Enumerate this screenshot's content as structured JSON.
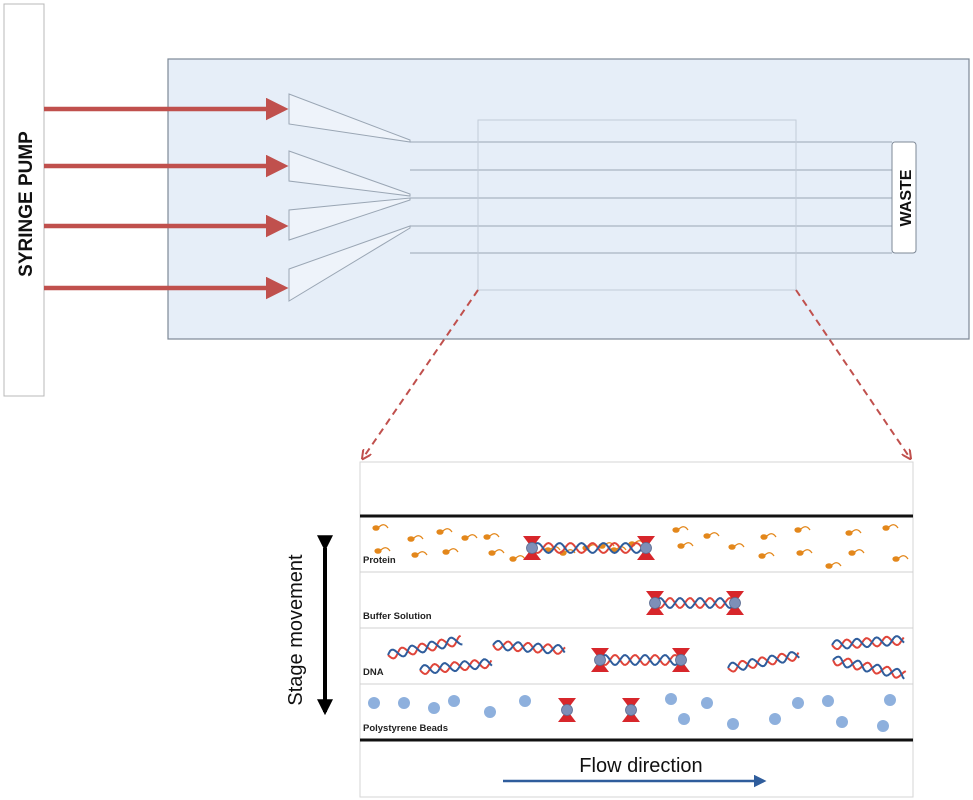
{
  "syringe_pump": {
    "label": "SYRINGE PUMP"
  },
  "chip": {
    "inlets": [
      "inlet-1",
      "inlet-2",
      "inlet-3",
      "inlet-4"
    ],
    "waste_label": "WASTE"
  },
  "zoom": {
    "channels": [
      {
        "label": "Protein",
        "content": "protein-molecules-and-trapped-dna"
      },
      {
        "label": "Buffer Solution",
        "content": "trapped-dna"
      },
      {
        "label": "DNA",
        "content": "free-dna-strands-and-trapped-dna"
      },
      {
        "label": "Polystyrene Beads",
        "content": "beads-and-optical-traps"
      }
    ],
    "stage_movement_label": "Stage movement",
    "flow_direction_label": "Flow direction"
  },
  "colors": {
    "chip_fill": "#e6eef8",
    "chip_stroke": "#6b7a8a",
    "pump_arrow": "#c0504d",
    "zoom_dash": "#c0504d",
    "protein": "#e3871b",
    "bead": "#8eb0dd",
    "trap": "#d7262b",
    "dna_a": "#e0453a",
    "dna_b": "#2f5d9c",
    "flow_arrow": "#2f5d9c"
  }
}
